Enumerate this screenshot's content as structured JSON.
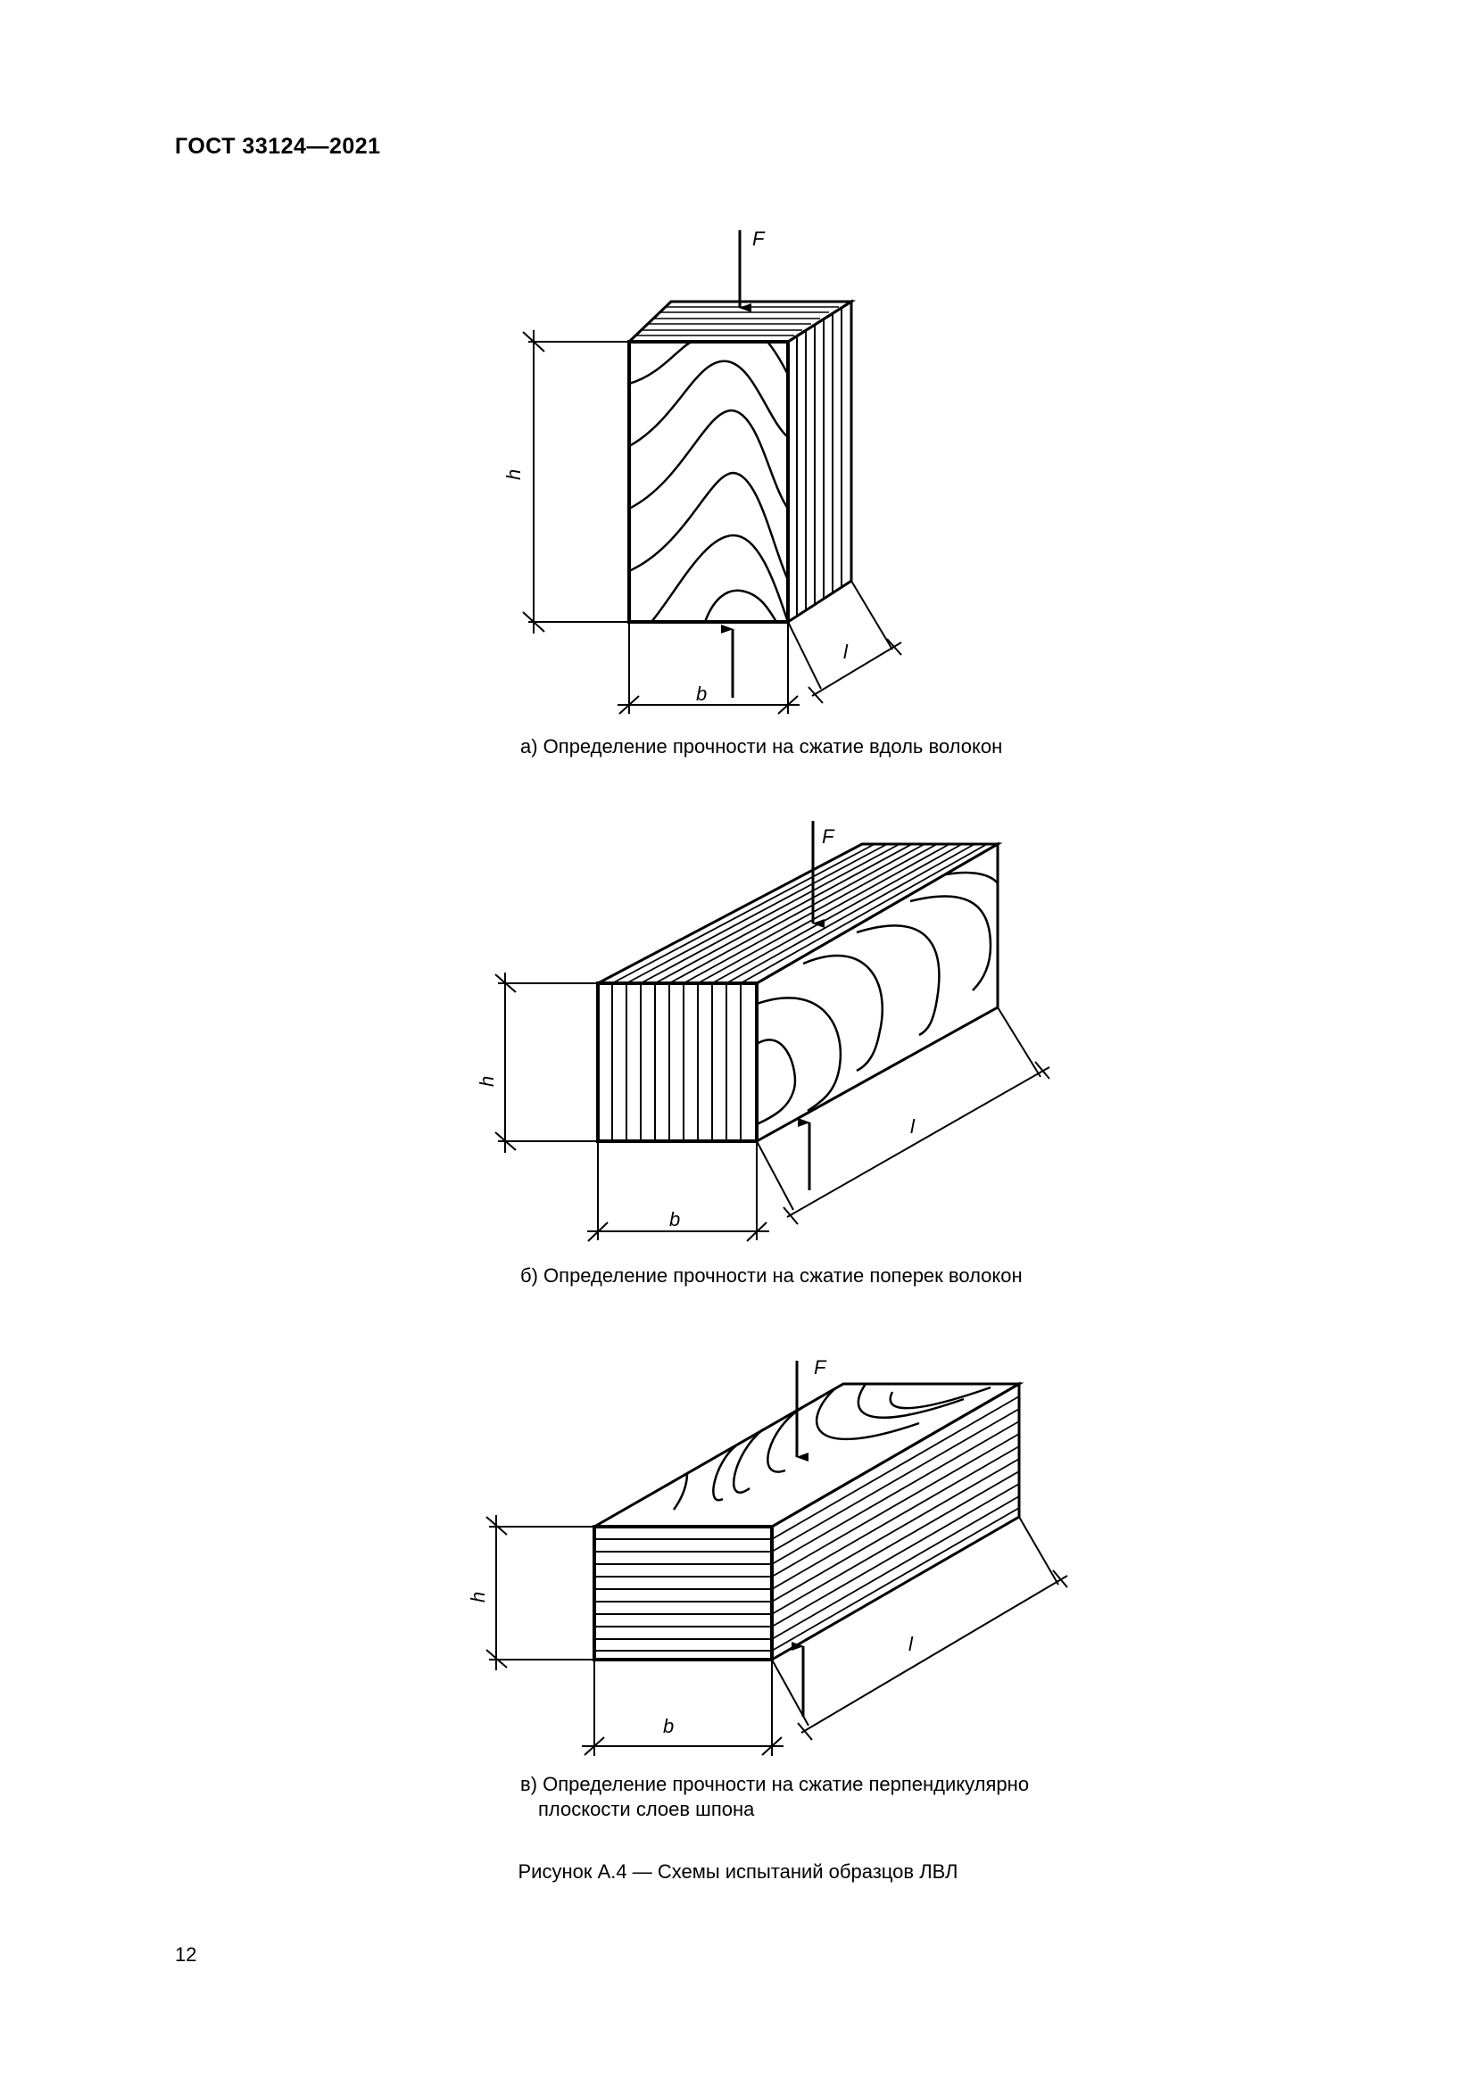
{
  "header": {
    "standard": "ГОСТ 33124—2021"
  },
  "figures": {
    "a": {
      "caption": "а) Определение прочности на сжатие вдоль волокон",
      "force": "F",
      "height": "h",
      "width": "b",
      "length": "l"
    },
    "b": {
      "caption": "б) Определение прочности на сжатие поперек волокон",
      "force": "F",
      "height": "h",
      "width": "b",
      "length": "l"
    },
    "c": {
      "caption_line1": "в) Определение прочности на сжатие перпендикулярно",
      "caption_line2": "плоскости слоев шпона",
      "force": "F",
      "height": "h",
      "width": "b",
      "length": "l"
    }
  },
  "figure_title": "Рисунок А.4 — Схемы испытаний образцов ЛВЛ",
  "page_number": "12"
}
